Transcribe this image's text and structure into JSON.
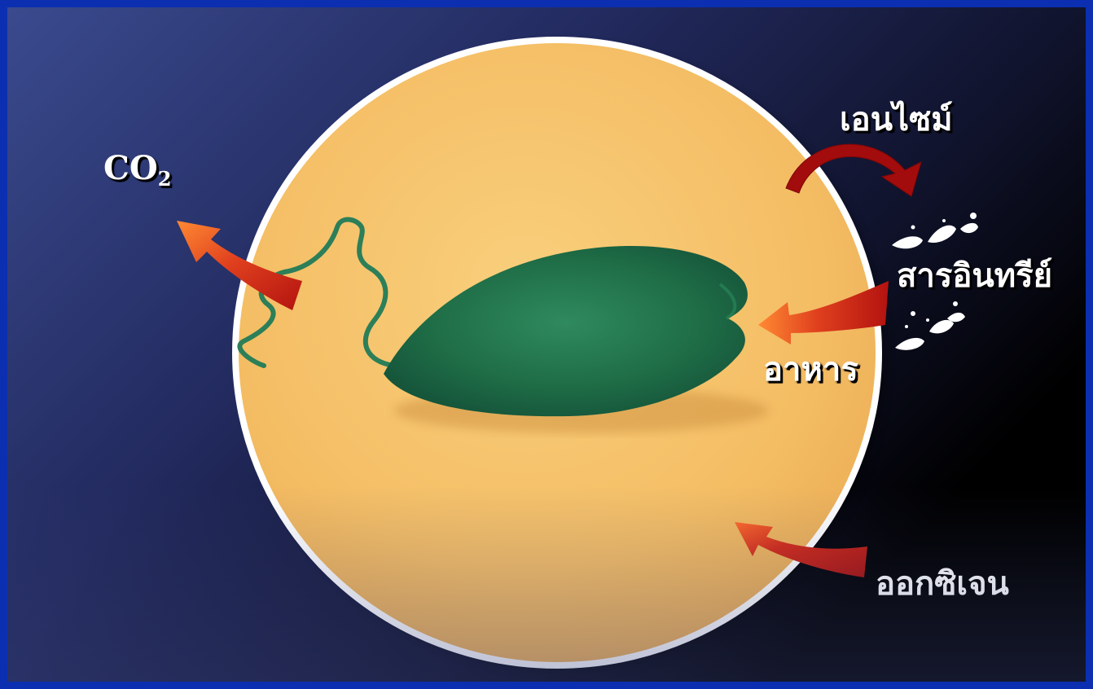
{
  "labels": {
    "enzyme": "เอนไซม์",
    "co2_main": "CO",
    "co2_sub": "2",
    "organic_matter": "สารอินทรีย์",
    "food": "อาหาร",
    "oxygen": "ออกซิเจน"
  },
  "colors": {
    "frame_border": "#0b2fb0",
    "cell_fill": "#f6c36a",
    "cell_rim": "#ffffff",
    "organism_fill": "#1e6a45",
    "arrow_red": "#c8201a",
    "arrow_orange": "#ff7a2a",
    "enzyme_arrow": "#a80c0c"
  }
}
